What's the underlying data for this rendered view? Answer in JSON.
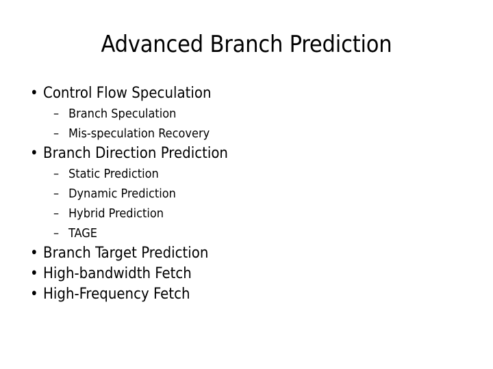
{
  "slide": {
    "title": "Advanced Branch Prediction",
    "background_color": "#ffffff",
    "text_color": "#000000",
    "bullet_marker": "•",
    "subbullet_marker": "–",
    "outline": [
      {
        "label": "Control Flow Speculation",
        "children": [
          {
            "label": "Branch Speculation"
          },
          {
            "label": "Mis-speculation Recovery"
          }
        ]
      },
      {
        "label": "Branch Direction Prediction",
        "children": [
          {
            "label": "Static Prediction"
          },
          {
            "label": "Dynamic Prediction"
          },
          {
            "label": "Hybrid Prediction"
          },
          {
            "label": "TAGE"
          }
        ]
      },
      {
        "label": "Branch Target Prediction",
        "children": []
      },
      {
        "label": "High-bandwidth Fetch",
        "children": []
      },
      {
        "label": "High-Frequency Fetch",
        "children": []
      }
    ]
  }
}
